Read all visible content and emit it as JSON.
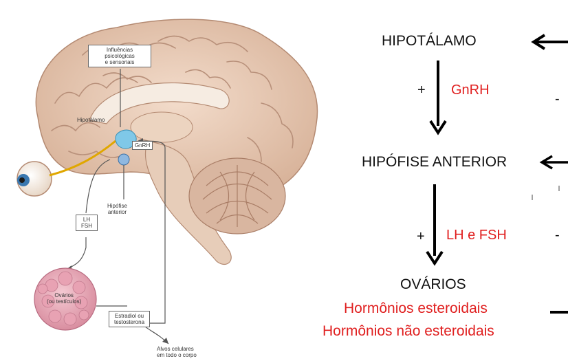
{
  "illustration": {
    "labels": {
      "influences": [
        "Influências",
        "psicológicas",
        "e sensoriais"
      ],
      "hypothalamus": "Hipotálamo",
      "gnrh": "GnRH",
      "pituitary": [
        "Hipófise",
        "anterior"
      ],
      "lh_fsh": [
        "LH",
        "FSH"
      ],
      "ovaries": [
        "Ovários",
        "(ou testículos)"
      ],
      "estradiol": [
        "Estradiol ou",
        "testosterona"
      ],
      "targets": [
        "Alvos celulares",
        "em todo o corpo"
      ]
    }
  },
  "flow": {
    "hypothalamus": "HIPOTÁLAMO",
    "gnrh": "GnRH",
    "pituitary": "HIPÓFISE ANTERIOR",
    "lh_fsh": "LH e FSH",
    "ovaries": "OVÁRIOS",
    "steroidal": "Hormônios esteroidais",
    "non_steroidal": "Hormônios não esteroidais",
    "plus_1": "+",
    "plus_2": "+",
    "minus_1": "-",
    "minus_2": "-"
  },
  "colors": {
    "hormone_text": "#e02020",
    "flow_text": "#111111",
    "arrows": "#000000"
  }
}
